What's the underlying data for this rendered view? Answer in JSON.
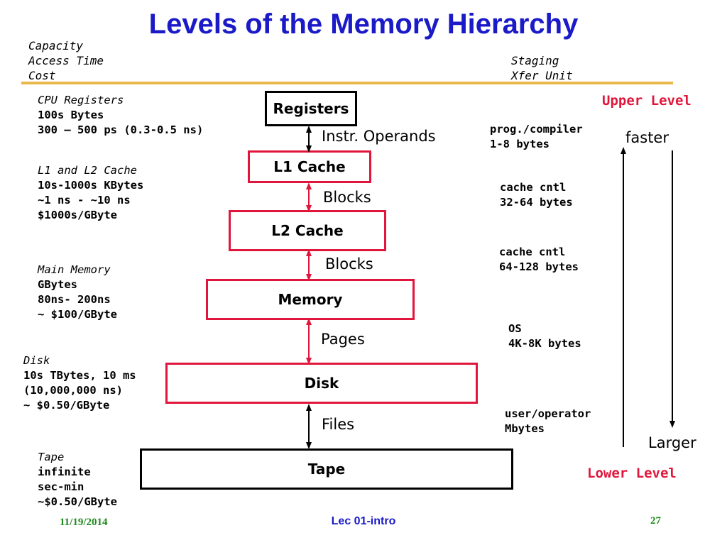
{
  "title": "Levels of the Memory Hierarchy",
  "header_left": [
    "Capacity",
    "Access Time",
    "Cost"
  ],
  "header_right": [
    "Staging",
    "Xfer Unit"
  ],
  "left_blocks": [
    {
      "lines": [
        "CPU Registers",
        "100s Bytes",
        "300 – 500 ps (0.3-0.5 ns)"
      ]
    },
    {
      "lines": [
        "L1 and L2 Cache",
        "10s-1000s KBytes",
        "~1 ns - ~10 ns",
        "$1000s/GByte"
      ]
    },
    {
      "lines": [
        "Main Memory",
        "GBytes",
        "80ns- 200ns",
        "~ $100/GByte"
      ]
    },
    {
      "lines": [
        "Disk",
        "10s TBytes, 10 ms",
        "(10,000,000 ns)",
        "~ $0.50/GByte"
      ]
    },
    {
      "lines": [
        "Tape",
        "infinite",
        "sec-min",
        "~$0.50/GByte"
      ]
    }
  ],
  "levels": [
    "Registers",
    "L1 Cache",
    "L2 Cache",
    "Memory",
    "Disk",
    "Tape"
  ],
  "transfers": [
    "Instr. Operands",
    "Blocks",
    "Blocks",
    "Pages",
    "Files"
  ],
  "staging": [
    {
      "lines": [
        "prog./compiler",
        "1-8 bytes"
      ]
    },
    {
      "lines": [
        "cache cntl",
        "32-64 bytes"
      ]
    },
    {
      "lines": [
        "cache cntl",
        "64-128 bytes"
      ]
    },
    {
      "lines": [
        "OS",
        "4K-8K bytes"
      ]
    },
    {
      "lines": [
        "user/operator",
        "Mbytes"
      ]
    }
  ],
  "upper_level": "Upper Level",
  "lower_level": "Lower Level",
  "faster_label": "faster",
  "larger_label": "Larger",
  "footer": {
    "date": "11/19/2014",
    "lecture": "Lec 01-intro",
    "page": "27"
  },
  "colors": {
    "title": "#1a1ac8",
    "accent_red": "#e0163c",
    "rule": "#e8b84a",
    "footer_green": "#1f8a1f"
  }
}
